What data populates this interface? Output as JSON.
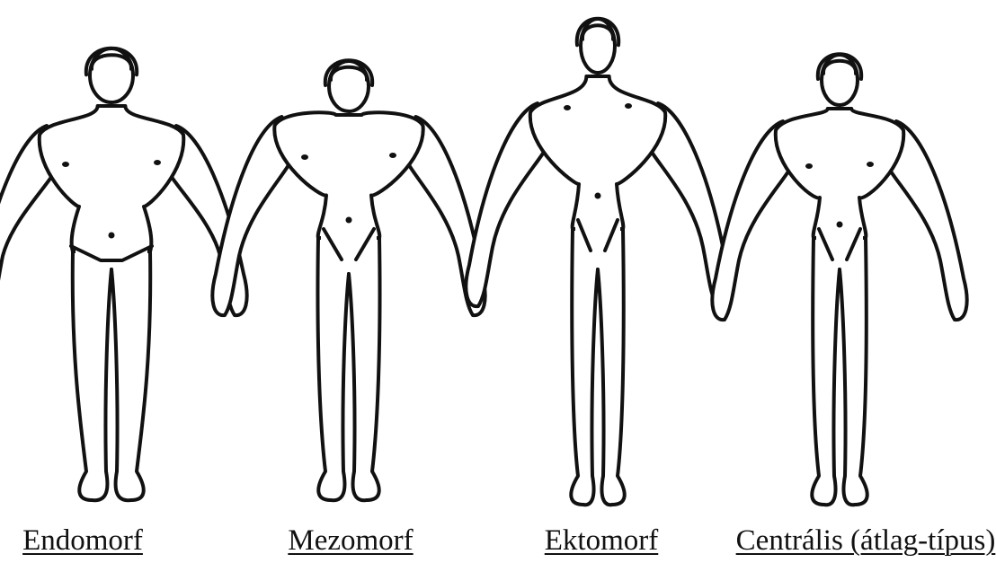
{
  "figures": [
    {
      "id": "endomorf",
      "label": "Endomorf"
    },
    {
      "id": "mezomorf",
      "label": "Mezomorf"
    },
    {
      "id": "ektomorf",
      "label": "Ektomorf"
    },
    {
      "id": "centralis",
      "label": "Centrális (átlag-típus)"
    }
  ]
}
